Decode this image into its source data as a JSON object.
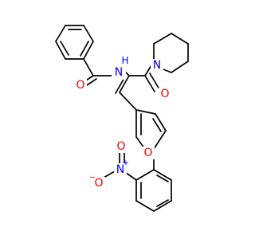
{
  "atoms": {
    "amide_nh": "N",
    "amide_h": "H",
    "amide_o": "O",
    "piperidine_n": "N",
    "ketone_o": "O",
    "furan_o": "O",
    "nitro_n": "N",
    "nitro_plus": "+",
    "nitro_o_upper": "O",
    "nitro_o_lower": "O",
    "nitro_minus": "−"
  },
  "colors": {
    "bond": "#000000",
    "nitrogen": "#0000ff",
    "oxygen": "#ff0000",
    "carbon_text": "#000000"
  }
}
